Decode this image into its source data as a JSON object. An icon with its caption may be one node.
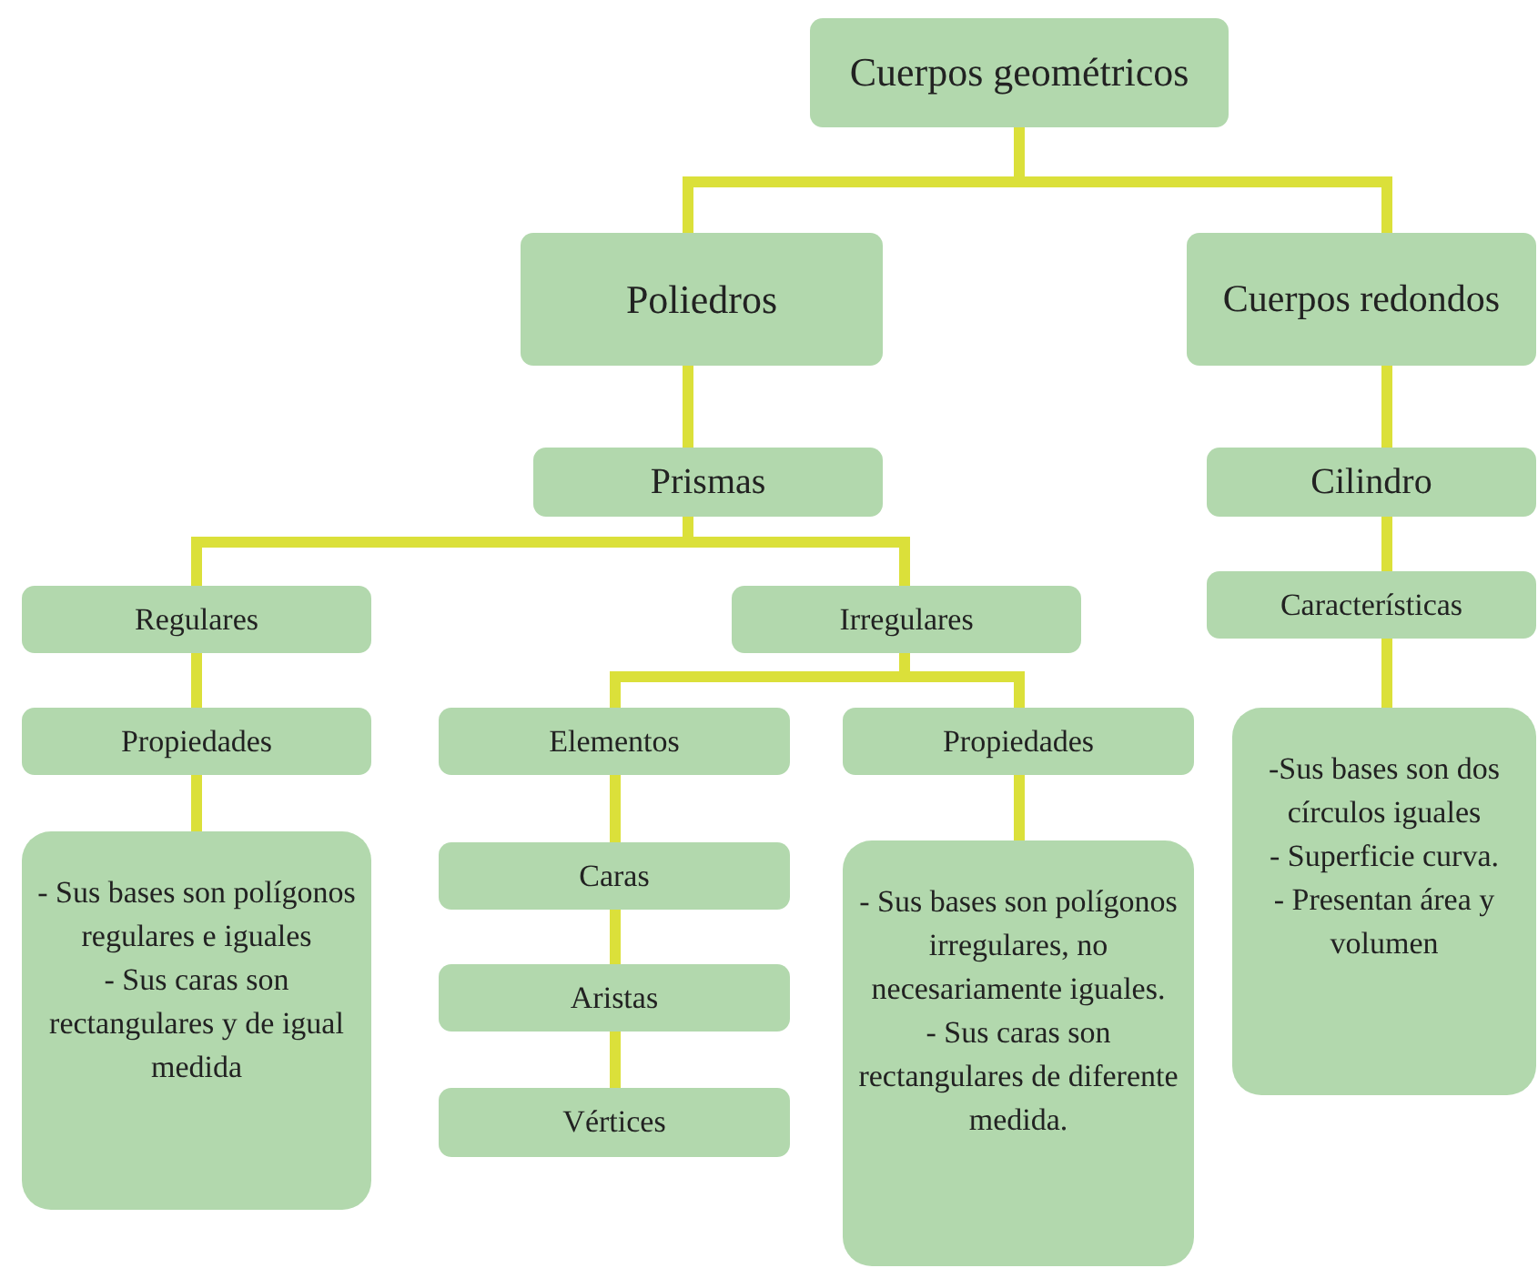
{
  "diagram": {
    "nodes": [
      {
        "text": [
          "Cuerpos geométricos"
        ]
      },
      {
        "text": [
          "Poliedros"
        ]
      },
      {
        "text": [
          "Cuerpos redondos"
        ]
      },
      {
        "text": [
          "Prismas"
        ]
      },
      {
        "text": [
          "Cilindro"
        ]
      },
      {
        "text": [
          "Regulares"
        ]
      },
      {
        "text": [
          "Irregulares"
        ]
      },
      {
        "text": [
          "Características"
        ]
      },
      {
        "text": [
          "Propiedades"
        ]
      },
      {
        "text": [
          "Elementos"
        ]
      },
      {
        "text": [
          "Propiedades"
        ]
      },
      {
        "text": [
          "- Sus bases son polígonos regulares e iguales",
          "- Sus caras son rectangulares y de igual medida"
        ]
      },
      {
        "text": [
          "Caras"
        ]
      },
      {
        "text": [
          "Aristas"
        ]
      },
      {
        "text": [
          "Vértices"
        ]
      },
      {
        "text": [
          "- Sus bases son polígonos irregulares, no necesariamente iguales.",
          "- Sus caras son rectangulares de diferente medida."
        ]
      },
      {
        "text": [
          "-Sus bases son dos círculos iguales",
          "- Superficie curva.",
          "- Presentan área y volumen"
        ]
      }
    ],
    "edges": [
      {
        "from": 0,
        "to": 1,
        "arrow": "none"
      },
      {
        "from": 0,
        "to": 2,
        "arrow": "none"
      },
      {
        "from": 1,
        "to": 3,
        "arrow": "none"
      },
      {
        "from": 2,
        "to": 4,
        "arrow": "none"
      },
      {
        "from": 3,
        "to": 5,
        "arrow": "none"
      },
      {
        "from": 3,
        "to": 6,
        "arrow": "none"
      },
      {
        "from": 4,
        "to": 7,
        "arrow": "none"
      },
      {
        "from": 5,
        "to": 8,
        "arrow": "none"
      },
      {
        "from": 6,
        "to": 9,
        "arrow": "none"
      },
      {
        "from": 6,
        "to": 10,
        "arrow": "none"
      },
      {
        "from": 7,
        "to": 16,
        "arrow": "none"
      },
      {
        "from": 8,
        "to": 11,
        "arrow": "none"
      },
      {
        "from": 9,
        "to": 12,
        "arrow": "none"
      },
      {
        "from": 12,
        "to": 13,
        "arrow": "none"
      },
      {
        "from": 13,
        "to": 14,
        "arrow": "none"
      },
      {
        "from": 10,
        "to": 15,
        "arrow": "none"
      }
    ]
  }
}
